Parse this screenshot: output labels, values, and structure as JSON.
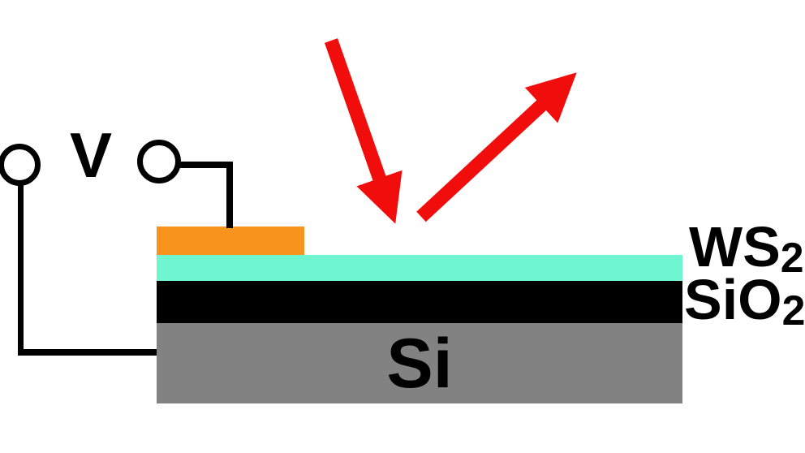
{
  "figure": {
    "type": "device-schematic",
    "description": "Schematic of light incident on and reflected from a WS2 flake on a SiO2/Si substrate with a voltage applied between a top electrode and the Si substrate",
    "background_color": "#ffffff",
    "voltmeter": {
      "label": "V",
      "wire_color": "#000000",
      "terminal_fill": "#ffffff",
      "terminal_stroke": "#000000"
    },
    "electrode": {
      "color": "#f8931d"
    },
    "light": {
      "color": "#f20d0d",
      "incident_arrow": "red-arrow-incident-down",
      "reflected_arrow": "red-arrow-reflected-up"
    },
    "layers": [
      {
        "name": "WS2",
        "label_base": "WS",
        "label_sub": "2",
        "color": "#6ff6d1",
        "label_color": "#000000"
      },
      {
        "name": "SiO2",
        "label_base": "SiO",
        "label_sub": "2",
        "color": "#000000",
        "label_color": "#000000"
      },
      {
        "name": "Si",
        "label": "Si",
        "color": "#828282",
        "label_color": "#000000"
      }
    ]
  }
}
